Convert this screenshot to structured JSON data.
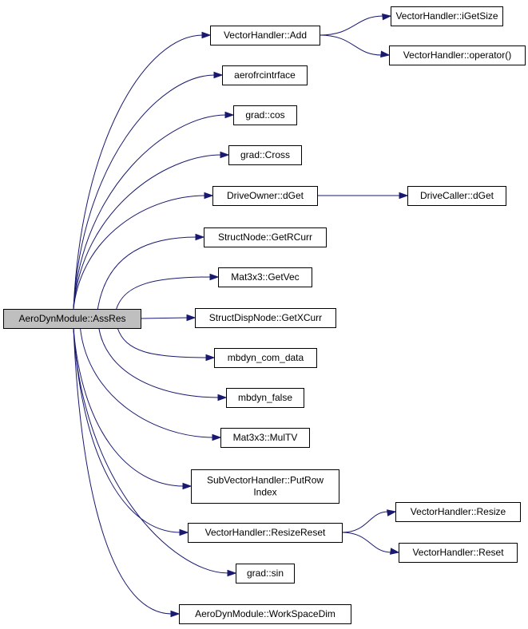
{
  "diagram": {
    "type": "call-graph",
    "colors": {
      "edge": "#191970",
      "root_fill": "#bfbfbf",
      "node_fill": "#ffffff",
      "border": "#000000"
    },
    "nodes": [
      {
        "id": "root",
        "lines": [
          "AeroDynModule::AssRes"
        ]
      },
      {
        "id": "add",
        "lines": [
          "VectorHandler::Add"
        ]
      },
      {
        "id": "igetsize",
        "lines": [
          "VectorHandler::iGetSize"
        ]
      },
      {
        "id": "operator",
        "lines": [
          "VectorHandler::operator()"
        ]
      },
      {
        "id": "aerofrc",
        "lines": [
          "aerofrcintrface"
        ]
      },
      {
        "id": "cos",
        "lines": [
          "grad::cos"
        ]
      },
      {
        "id": "cross",
        "lines": [
          "grad::Cross"
        ]
      },
      {
        "id": "downer",
        "lines": [
          "DriveOwner::dGet"
        ]
      },
      {
        "id": "dcaller",
        "lines": [
          "DriveCaller::dGet"
        ]
      },
      {
        "id": "getrcurr",
        "lines": [
          "StructNode::GetRCurr"
        ]
      },
      {
        "id": "getvec",
        "lines": [
          "Mat3x3::GetVec"
        ]
      },
      {
        "id": "getxcurr",
        "lines": [
          "StructDispNode::GetXCurr"
        ]
      },
      {
        "id": "comdata",
        "lines": [
          "mbdyn_com_data"
        ]
      },
      {
        "id": "false",
        "lines": [
          "mbdyn_false"
        ]
      },
      {
        "id": "multv",
        "lines": [
          "Mat3x3::MulTV"
        ]
      },
      {
        "id": "putrow",
        "lines": [
          "SubVectorHandler::PutRow",
          "Index"
        ]
      },
      {
        "id": "resizereset",
        "lines": [
          "VectorHandler::ResizeReset"
        ]
      },
      {
        "id": "resize",
        "lines": [
          "VectorHandler::Resize"
        ]
      },
      {
        "id": "reset",
        "lines": [
          "VectorHandler::Reset"
        ]
      },
      {
        "id": "sin",
        "lines": [
          "grad::sin"
        ]
      },
      {
        "id": "workspace",
        "lines": [
          "AeroDynModule::WorkSpaceDim"
        ]
      }
    ],
    "edges": [
      [
        "root",
        "add"
      ],
      [
        "root",
        "aerofrc"
      ],
      [
        "root",
        "cos"
      ],
      [
        "root",
        "cross"
      ],
      [
        "root",
        "downer"
      ],
      [
        "root",
        "getrcurr"
      ],
      [
        "root",
        "getvec"
      ],
      [
        "root",
        "getxcurr"
      ],
      [
        "root",
        "comdata"
      ],
      [
        "root",
        "false"
      ],
      [
        "root",
        "multv"
      ],
      [
        "root",
        "putrow"
      ],
      [
        "root",
        "resizereset"
      ],
      [
        "root",
        "sin"
      ],
      [
        "root",
        "workspace"
      ],
      [
        "add",
        "igetsize"
      ],
      [
        "add",
        "operator"
      ],
      [
        "downer",
        "dcaller"
      ],
      [
        "resizereset",
        "resize"
      ],
      [
        "resizereset",
        "reset"
      ]
    ]
  }
}
